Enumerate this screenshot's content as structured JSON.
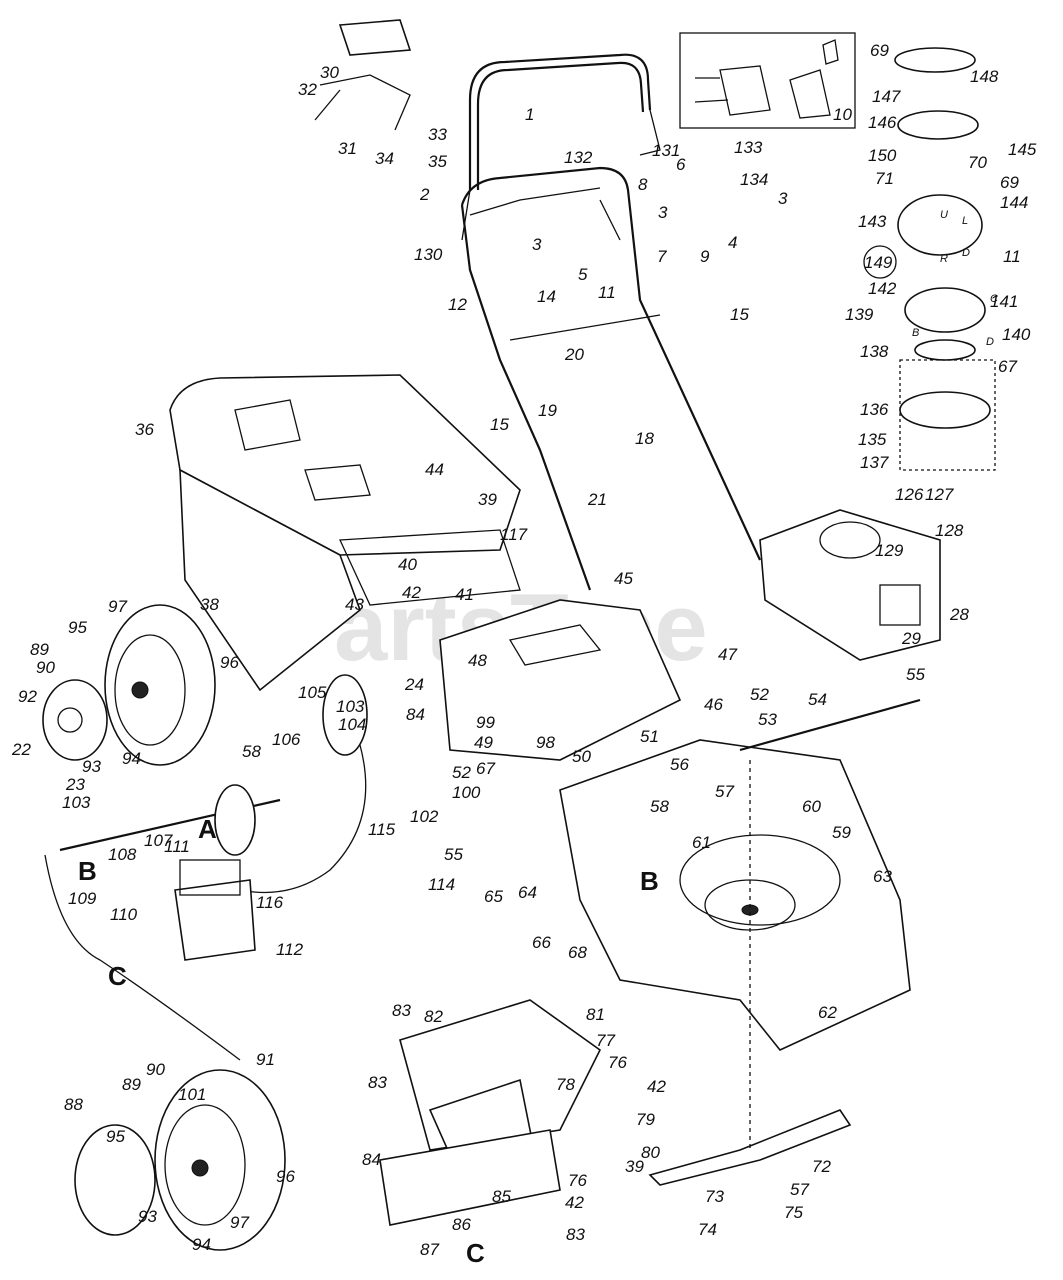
{
  "watermark": "PartsTree",
  "callouts": [
    "1",
    "2",
    "3",
    "3",
    "3",
    "4",
    "5",
    "6",
    "7",
    "8",
    "9",
    "10",
    "11",
    "11",
    "12",
    "14",
    "15",
    "15",
    "18",
    "19",
    "20",
    "21",
    "22",
    "23",
    "24",
    "28",
    "29",
    "30",
    "31",
    "32",
    "33",
    "34",
    "35",
    "36",
    "38",
    "39",
    "39",
    "40",
    "41",
    "42",
    "42",
    "42",
    "43",
    "44",
    "45",
    "46",
    "47",
    "48",
    "49",
    "50",
    "51",
    "52",
    "52",
    "53",
    "54",
    "55",
    "55",
    "56",
    "57",
    "57",
    "58",
    "58",
    "59",
    "60",
    "61",
    "62",
    "63",
    "64",
    "65",
    "66",
    "67",
    "67",
    "68",
    "69",
    "69",
    "70",
    "71",
    "72",
    "73",
    "74",
    "75",
    "76",
    "76",
    "77",
    "78",
    "79",
    "80",
    "81",
    "82",
    "83",
    "83",
    "83",
    "84",
    "84",
    "85",
    "86",
    "87",
    "88",
    "89",
    "89",
    "90",
    "90",
    "91",
    "92",
    "93",
    "93",
    "94",
    "94",
    "95",
    "95",
    "96",
    "96",
    "97",
    "97",
    "98",
    "99",
    "100",
    "101",
    "102",
    "103",
    "103",
    "104",
    "105",
    "106",
    "107",
    "108",
    "109",
    "110",
    "111",
    "112",
    "114",
    "115",
    "116",
    "117",
    "126",
    "127",
    "128",
    "129",
    "130",
    "131",
    "132",
    "133",
    "134",
    "135",
    "136",
    "137",
    "138",
    "139",
    "140",
    "141",
    "142",
    "143",
    "144",
    "145",
    "146",
    "147",
    "148",
    "149",
    "150"
  ],
  "letter_refs": [
    "A",
    "B",
    "B",
    "C",
    "C"
  ],
  "small_letters": [
    "U",
    "L",
    "R",
    "D",
    "B",
    "C",
    "D"
  ]
}
